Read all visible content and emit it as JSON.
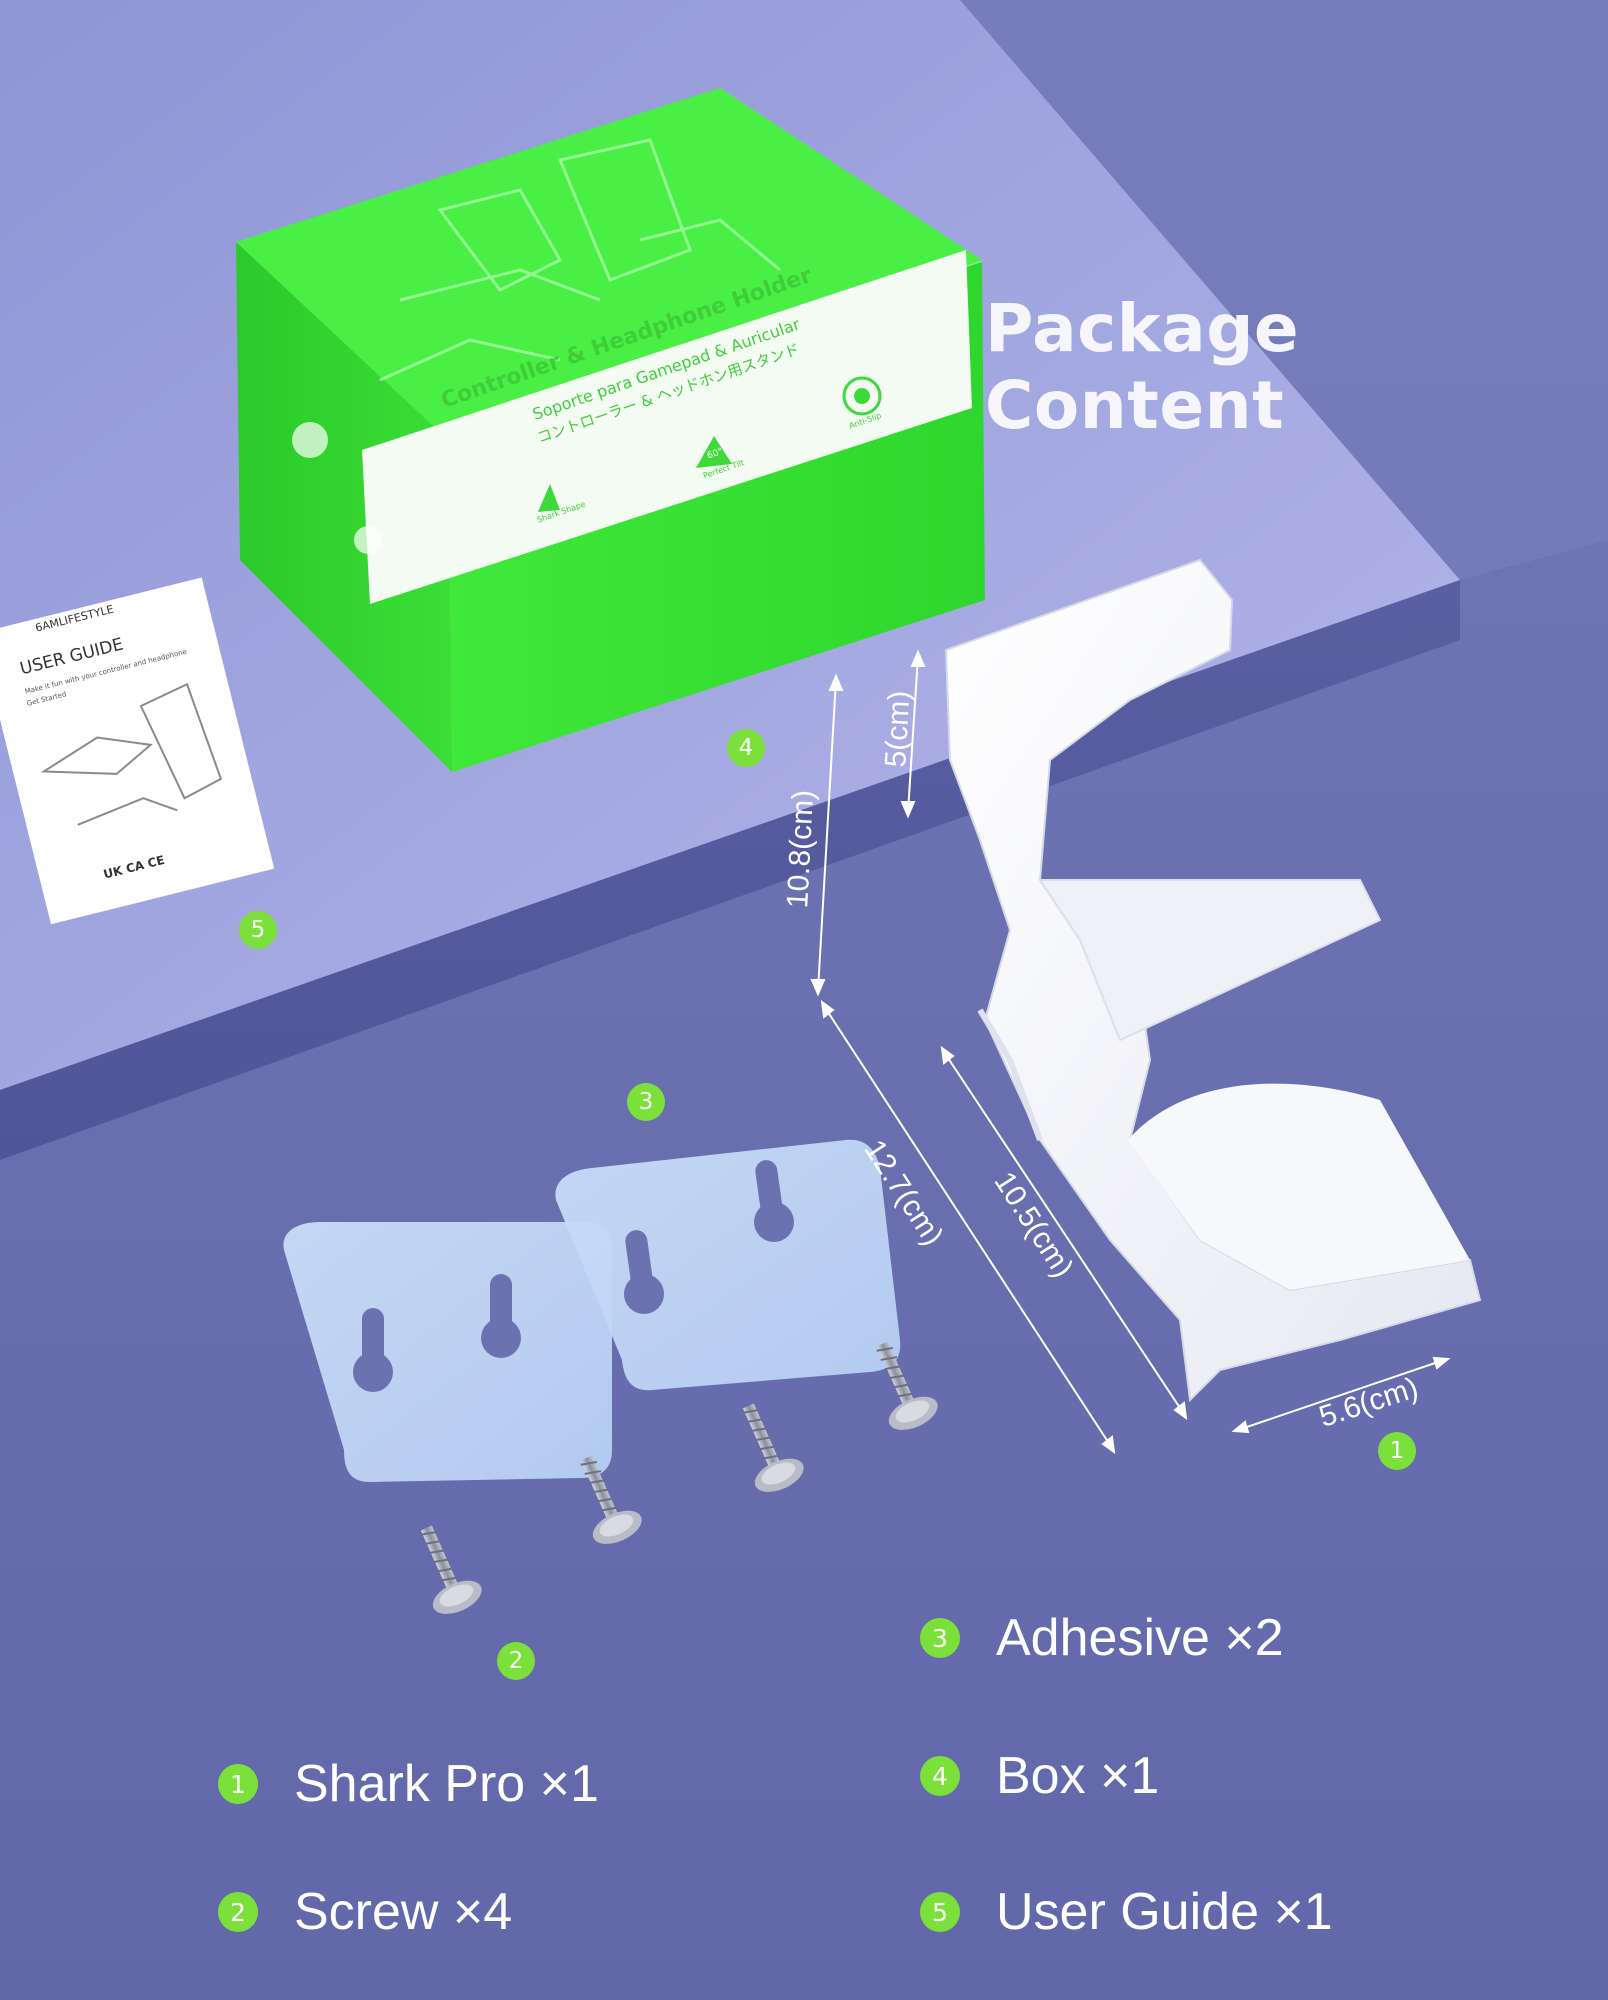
{
  "title": "Package Content",
  "box": {
    "title": "Controller & Headphone Holder",
    "subtitle_es": "Soporte para Gamepad & Auricular",
    "subtitle_jp": "コントローラー & ヘッドホン用スタンド",
    "badges": [
      "Shark Shape",
      "Perfect Tilt",
      "Anti-Slip"
    ],
    "tilt_value": "60°"
  },
  "guide": {
    "brand": "6AMLIFESTYLE",
    "heading": "USER GUIDE",
    "line1": "Make it fun with your controller and headphone",
    "line2": "Get Started",
    "marks": "UK CA CE"
  },
  "dimensions": {
    "height_total": "10.8(cm)",
    "height_top": "5(cm)",
    "depth_outer": "12.7(cm)",
    "depth_inner": "10.5(cm)",
    "width": "5.6(cm)"
  },
  "markers": {
    "stand": "1",
    "screws": "2",
    "adhesive": "3",
    "box": "4",
    "guide": "5"
  },
  "legend": [
    {
      "num": "1",
      "text": "Shark Pro ×1"
    },
    {
      "num": "2",
      "text": "Screw ×4"
    },
    {
      "num": "3",
      "text": "Adhesive ×2"
    },
    {
      "num": "4",
      "text": "Box ×1"
    },
    {
      "num": "5",
      "text": "User Guide ×1"
    }
  ],
  "colors": {
    "accent": "#7be03a",
    "box_green": "#3ee63a",
    "background": "#6c71b0",
    "platform": "#9ea3de"
  }
}
